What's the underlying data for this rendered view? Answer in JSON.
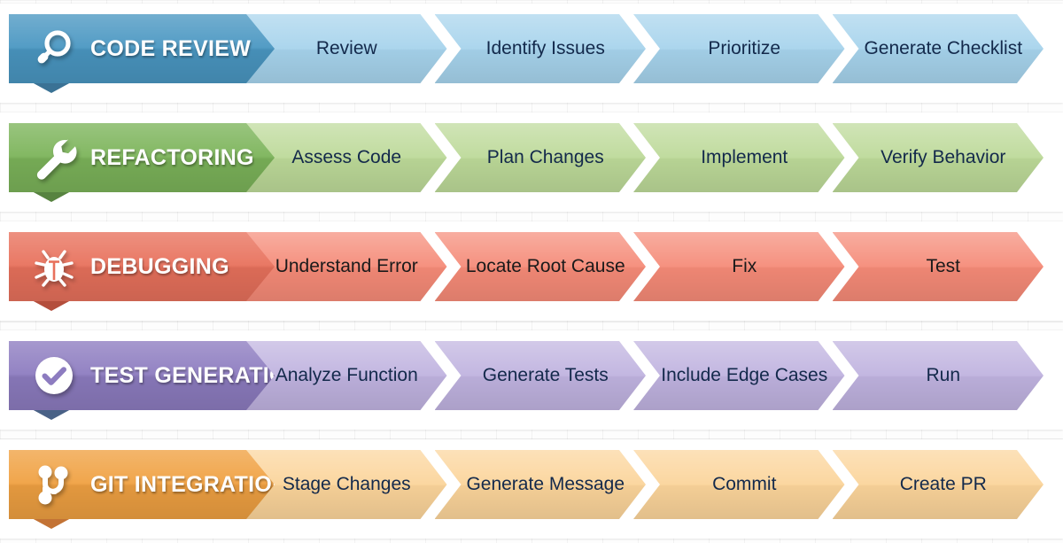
{
  "diagram": {
    "type": "process-flow-banners",
    "rows": [
      {
        "id": "code-review",
        "title": "CODE REVIEW",
        "icon": "magnifier-icon",
        "colors": {
          "head": "#4a97c2",
          "body": "#a6d3ec",
          "tail": "#2f6a8f",
          "text": "#13294b"
        },
        "steps": [
          "Review",
          "Identify Issues",
          "Prioritize",
          "Generate Checklist"
        ]
      },
      {
        "id": "refactoring",
        "title": "REFACTORING",
        "icon": "wrench-icon",
        "colors": {
          "head": "#7cb45a",
          "body": "#bcd998",
          "tail": "#4e7c36",
          "text": "#13294b"
        },
        "steps": [
          "Assess Code",
          "Plan Changes",
          "Implement",
          "Verify Behavior"
        ]
      },
      {
        "id": "debugging",
        "title": "DEBUGGING",
        "icon": "bug-icon",
        "colors": {
          "head": "#e8715c",
          "body": "#f58a77",
          "tail": "#b04432",
          "text": "#1a1a1a"
        },
        "steps": [
          "Understand Error",
          "Locate Root Cause",
          "Fix",
          "Test"
        ]
      },
      {
        "id": "test-generation",
        "title": "TEST GENERATION",
        "icon": "check-circle-icon",
        "colors": {
          "head": "#8d7cc0",
          "body": "#bfb2df",
          "tail": "#3f5880",
          "text": "#13294b"
        },
        "steps": [
          "Analyze Function",
          "Generate Tests",
          "Include Edge Cases",
          "Run"
        ]
      },
      {
        "id": "git-integration",
        "title": "GIT INTEGRATION",
        "icon": "git-branch-icon",
        "colors": {
          "head": "#f0a142",
          "body": "#fbd49a",
          "tail": "#c06b2a",
          "text": "#13294b"
        },
        "steps": [
          "Stage Changes",
          "Generate Message",
          "Commit",
          "Create PR"
        ]
      }
    ]
  }
}
